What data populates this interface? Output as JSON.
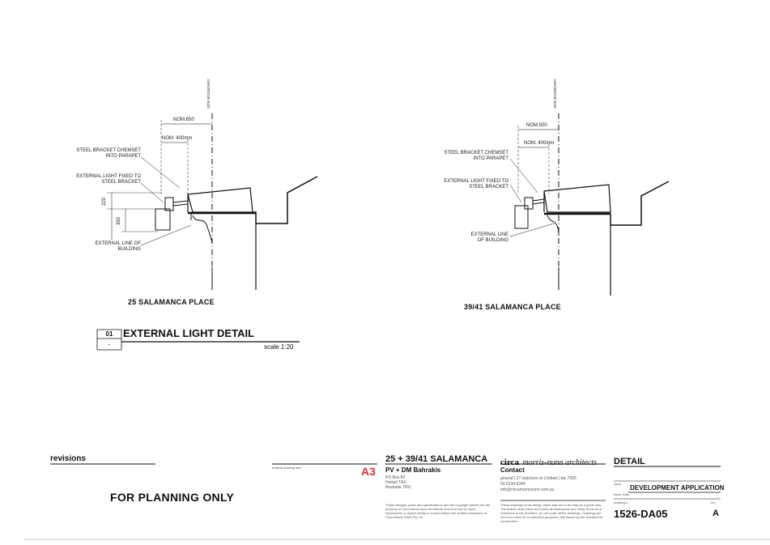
{
  "detail_left": {
    "nom_outer": "NOM.650",
    "nom_inner": "NOM. 400mm",
    "bracket_label": [
      "STEEL BRACKET CHEMSET",
      "INTO PARAPET"
    ],
    "light_label": [
      "EXTERNAL LIGHT FIXED TO",
      "STEEL BRACKET"
    ],
    "line_label": [
      "EXTERNAL LINE OF",
      "BUILDING"
    ],
    "dim_a": "220",
    "dim_b": "350",
    "boundary_label": "SITE BOUNDARY",
    "caption": "25 SALAMANCA PLACE"
  },
  "detail_right": {
    "nom_outer": "NOM.500",
    "nom_inner": "NOM. 400mm",
    "bracket_label": [
      "STEEL BRACKET CHEMSET",
      "INTO PARAPET"
    ],
    "light_label": [
      "EXTERNAL LIGHT FIXED TO",
      "STEEL BRACKET"
    ],
    "line_label": [
      "EXTERNAL LINE",
      "OF BUILDING"
    ],
    "boundary_label": "SITE BOUNDARY",
    "caption": "39/41 SALAMANCA PLACE"
  },
  "drawing_title": {
    "number": "01",
    "ref": "-",
    "title": "EXTERNAL LIGHT DETAIL",
    "scale": "scale 1:20"
  },
  "title_block": {
    "revisions_label": "revisions",
    "planning_note": "FOR PLANNING ONLY",
    "original_size_label": "original drawing size",
    "sheet_size": "A3",
    "project_title": "25 + 39/41  SALAMANCA",
    "client": "PV + DM Bahrakis",
    "address": [
      "PO Box 82",
      "Hobart TAS",
      "Australia 7001"
    ],
    "copyright_note": "These designs, plans and specifications and the copyright therein are the property of Circa Morris-Nunn Architects and must not be used, reproduced or copied wholly or in part without the written permission of Circa Morris-Nunn Pty Ltd.",
    "firm_name_bold": "circa",
    "firm_name_italic": "morris-nunn architects",
    "contact_label": "Contact",
    "contact_lines": [
      "ground | 27 watchorn st | hobart | tas 7000",
      "03 6234 5244",
      "info@circamorrisnunn.com.au"
    ],
    "disclaimer": "These drawings show design intent and are to be read as a guide only. The builder shall check and verify all dimensions and verify all errors or omissions to the architect. Do not scale off the drawings. Drawings are not to be used for construction purposes until issued by the Architect for construction.",
    "sheet_title": "DETAIL",
    "issue_label": "issue",
    "issue_value": "DEVELOPMENT APPLICATION",
    "issue_date_label": "Issue Date",
    "drawing_no_label": "drawing #",
    "drawing_no": "1526-DA05",
    "revision_label": "rev",
    "revision": "A"
  }
}
